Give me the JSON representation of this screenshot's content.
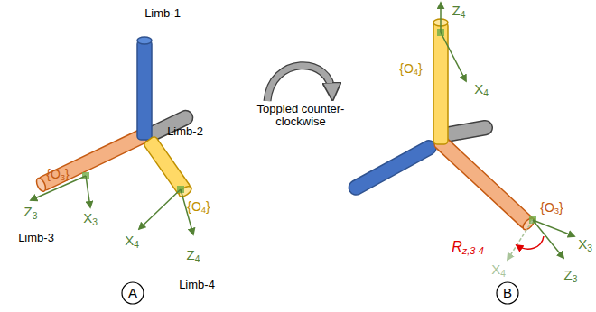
{
  "diagram": {
    "labels": [
      "Limb-1",
      "Limb-2",
      "{O3}",
      "{O4}",
      "Z3",
      "X3",
      "Limb-3",
      "X4",
      "Z4",
      "Limb-4",
      "Toppled counter-clockwise",
      "Z4",
      "{O4}",
      "X4",
      "{O3}",
      "X3",
      "Rz,3-4",
      "X4",
      "Z3",
      "A",
      "B"
    ]
  }
}
